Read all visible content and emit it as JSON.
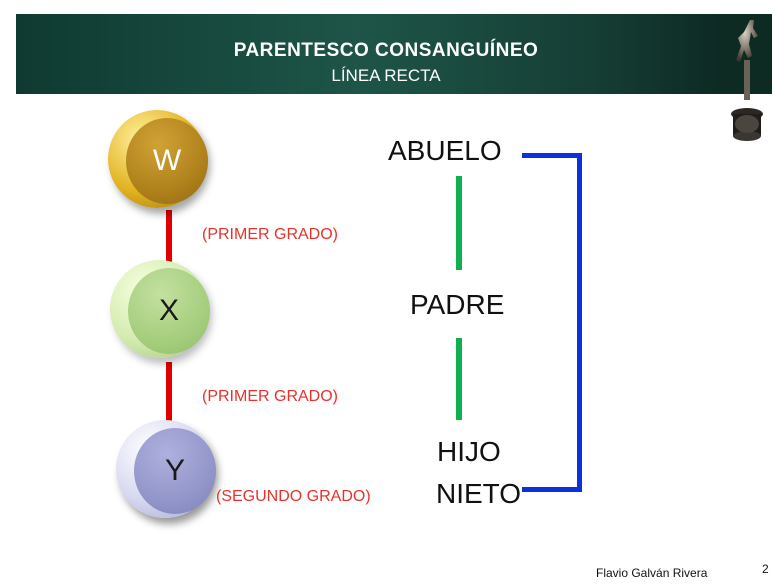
{
  "header": {
    "title": "PARENTESCO  CONSANGUÍNEO",
    "subtitle": "LÍNEA RECTA"
  },
  "coins": {
    "w": "W",
    "x": "X",
    "y": "Y"
  },
  "grades": {
    "first_1": "(PRIMER GRADO)",
    "first_2": "(PRIMER GRADO)",
    "second": "(SEGUNDO GRADO)"
  },
  "kinship": {
    "abuelo": "ABUELO",
    "padre": "PADRE",
    "hijo": "HIJO",
    "nieto": "NIETO"
  },
  "footer": {
    "author": "Flavio Galván Rivera",
    "page": "2"
  },
  "colors": {
    "header_bg": "#1e5548",
    "red_connector": "#e00000",
    "green_connector": "#10b050",
    "blue_bracket": "#0b31d8",
    "grade_text": "#e8322c"
  }
}
